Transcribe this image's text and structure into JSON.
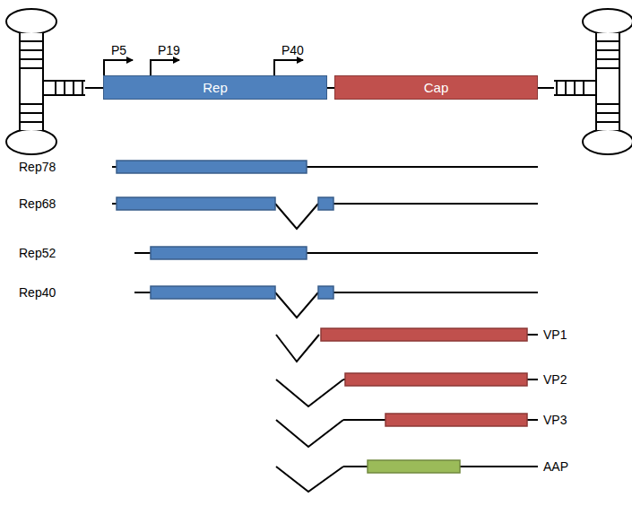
{
  "diagram": {
    "nodes": [
      {
        "text": [
          "Rep"
        ]
      },
      {
        "text": [
          "Cap"
        ]
      }
    ],
    "labels": [
      "P5",
      "P19",
      "P40",
      "Rep78",
      "Rep68",
      "Rep52",
      "Rep40",
      "VP1",
      "VP2",
      "VP3",
      "AAP"
    ]
  }
}
